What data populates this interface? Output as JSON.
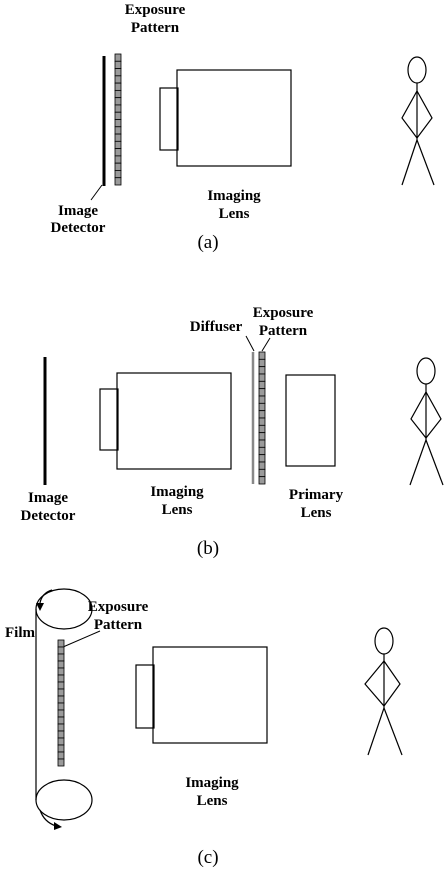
{
  "panel_a": {
    "caption": "(a)",
    "exposure_pattern_label": [
      "Exposure",
      "Pattern"
    ],
    "image_detector_label": [
      "Image",
      "Detector"
    ],
    "imaging_lens_label": [
      "Imaging",
      "Lens"
    ]
  },
  "panel_b": {
    "caption": "(b)",
    "diffuser_label": "Diffuser",
    "exposure_pattern_label": [
      "Exposure",
      "Pattern"
    ],
    "image_detector_label": [
      "Image",
      "Detector"
    ],
    "imaging_lens_label": [
      "Imaging",
      "Lens"
    ],
    "primary_lens_label": [
      "Primary",
      "Lens"
    ]
  },
  "panel_c": {
    "caption": "(c)",
    "film_label": "Film",
    "exposure_pattern_label": [
      "Exposure",
      "Pattern"
    ],
    "imaging_lens_label": [
      "Imaging",
      "Lens"
    ]
  },
  "colors": {
    "pattern_cell": "#9a9a9a",
    "line": "#000000"
  }
}
